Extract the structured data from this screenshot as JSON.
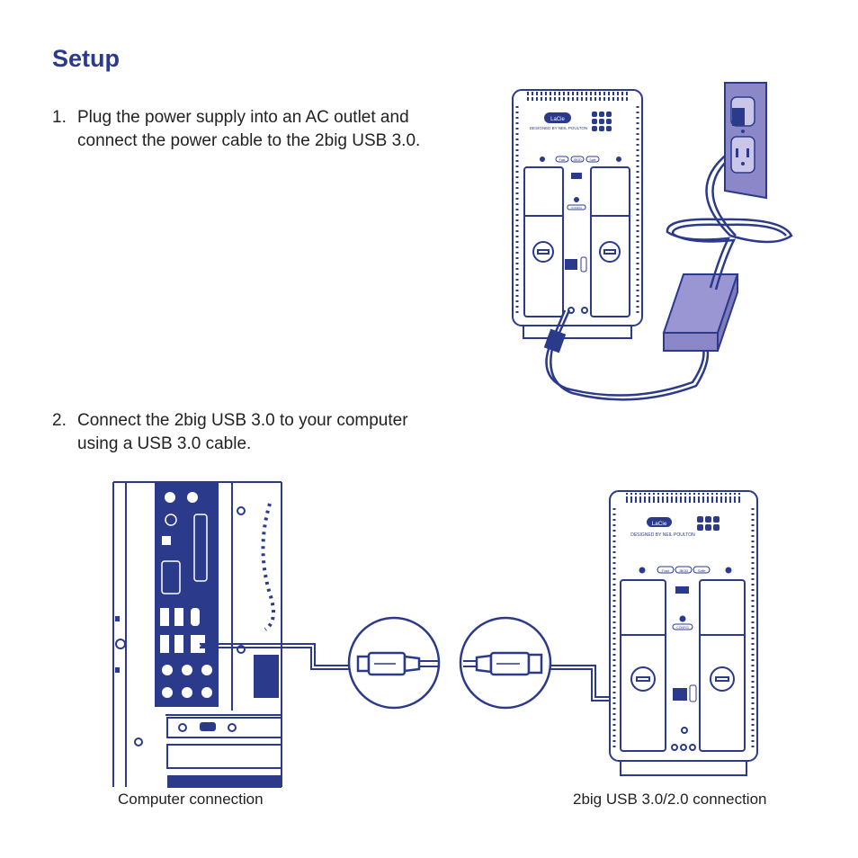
{
  "title": "Setup",
  "steps": [
    {
      "number": "1.",
      "line1": "Plug the power supply into an AC outlet and",
      "line2": "connect the power cable to the 2big USB 3.0."
    },
    {
      "number": "2.",
      "line1": "Connect the 2big USB 3.0 to your computer",
      "line2": "using a USB 3.0 cable."
    }
  ],
  "captions": {
    "computer": "Computer connection",
    "drive": "2big USB 3.0/2.0 connection"
  },
  "device": {
    "brand": "LaCie",
    "designer": "DESIGNED BY NEIL POULTON",
    "mode_labels": [
      "Fast",
      "JBOD",
      "Safe"
    ],
    "button_label": "CONFIG"
  },
  "colors": {
    "line": "#2b3a8b",
    "fill": "#2b3a8b",
    "adapter": "#9a96d4",
    "outlet": "#8c88c8"
  }
}
